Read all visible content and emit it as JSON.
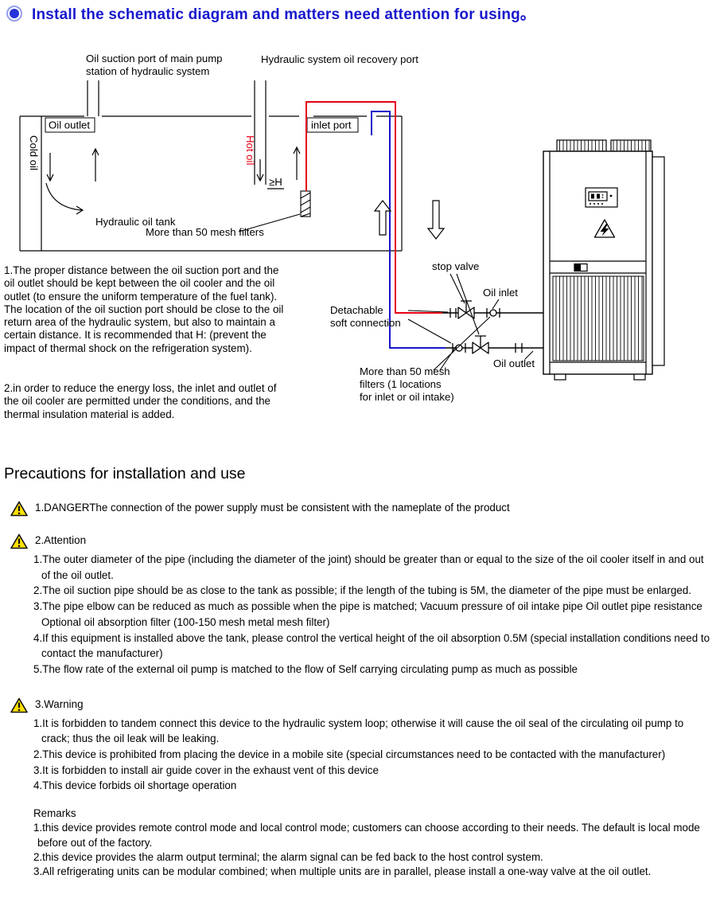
{
  "title": "Install the schematic diagram and matters need attention for using。",
  "colors": {
    "title_blue": "#1717cd",
    "hot_oil_red": "#e60014",
    "cold_pipe_blue": "#1616c8",
    "warning_yellow": "#ffe100"
  },
  "diagram": {
    "labels": {
      "suction_port_l1": "Oil suction port of main pump",
      "suction_port_l2": "station of hydraulic system",
      "recovery_port": "Hydraulic system oil recovery port",
      "tank_oil_outlet": "Oil outlet",
      "inlet_port": "inlet port",
      "cold_oil": "Cold oil",
      "hot_oil": "Hot oil",
      "height_mark": "≥H",
      "tank_name": "Hydraulic oil tank",
      "mesh_filters": "More than 50 mesh filters",
      "stop_valve": "stop valve",
      "oil_inlet": "Oil inlet",
      "detachable_l1": "Detachable",
      "detachable_l2": "soft connection",
      "chiller_oil_outlet": "Oil outlet",
      "mesh2_l1": "More than 50 mesh",
      "mesh2_l2": "filters (1 locations",
      "mesh2_l3": "for inlet or oil intake)"
    },
    "notes": [
      "1.The proper distance between the oil suction port and the oil outlet should be kept between the oil cooler and the oil outlet (to ensure the uniform temperature of the fuel tank). The location of the oil suction port should be close to the oil return area of the hydraulic system, but also to maintain a certain distance. It is recommended that H: (prevent the impact of thermal shock on the refrigeration system).",
      "2.in order to reduce the energy loss, the inlet and outlet of the oil cooler are permitted under the conditions, and the thermal insulation material is added."
    ]
  },
  "precautions": {
    "heading": "Precautions for installation and use",
    "danger": "1.DANGERThe connection of the power supply must be consistent with the nameplate of the product",
    "attention": {
      "heading": "2.Attention",
      "items": [
        "1.The outer diameter of the pipe (including the diameter of the joint) should be greater than or equal to the size of the oil cooler itself in and out of the oil outlet.",
        "2.The oil suction pipe should be as close to the tank as possible; if the length of the tubing is 5M, the diameter of the pipe must be enlarged.",
        "3.The pipe elbow can be reduced as much as possible when the pipe is matched; Vacuum pressure of oil intake pipe Oil outlet pipe resistance Optional oil absorption filter (100-150 mesh metal mesh filter)",
        "4.If this equipment is installed above the tank, please control the vertical height of the oil absorption 0.5M (special installation conditions need to contact the manufacturer)",
        "5.The flow rate of the external oil pump is matched to the flow of  Self carrying circulating pump as much as possible"
      ]
    },
    "warning": {
      "heading": "3.Warning",
      "items": [
        "1.It is forbidden to tandem connect this device to the hydraulic system loop; otherwise it will cause the oil seal of the circulating oil pump to crack; thus the oil leak will be leaking.",
        "2.This device is prohibited from placing the device in a mobile site (special circumstances need to be contacted with the manufacturer)",
        "3.It is forbidden to install air guide cover in the exhaust vent of this device",
        "4.This device forbids oil shortage operation"
      ]
    },
    "remarks": {
      "heading": "Remarks",
      "items": [
        "1.this device provides remote control mode and local control mode; customers can choose according to their needs. The default is local mode before out of  the factory.",
        "2.this device provides the alarm output terminal; the alarm signal can be fed back to the host control system.",
        "3.All refrigerating units can be modular combined; when multiple units are in parallel, please install a one-way valve at the oil outlet."
      ]
    }
  }
}
